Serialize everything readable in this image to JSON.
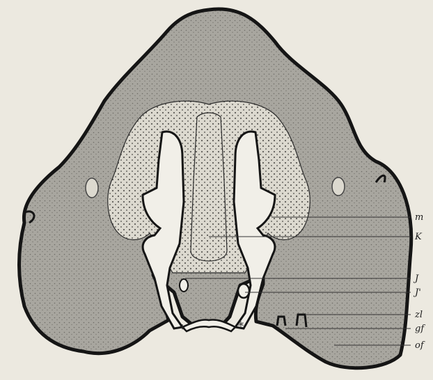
{
  "figure": {
    "background": "#ece9e0",
    "tissue_color": "#a8a69f",
    "cartilage_color": "#dcd9cf",
    "cavity_color": "#f1efe8",
    "outline_color": "#151515",
    "labels": [
      {
        "id": "m",
        "text": "m"
      },
      {
        "id": "K",
        "text": "K"
      },
      {
        "id": "J",
        "text": "J"
      },
      {
        "id": "J-prime",
        "text": "J'"
      },
      {
        "id": "zl",
        "text": "zl"
      },
      {
        "id": "gf",
        "text": "gf"
      },
      {
        "id": "of",
        "text": "of"
      }
    ],
    "markers": [
      "*",
      "*"
    ]
  }
}
